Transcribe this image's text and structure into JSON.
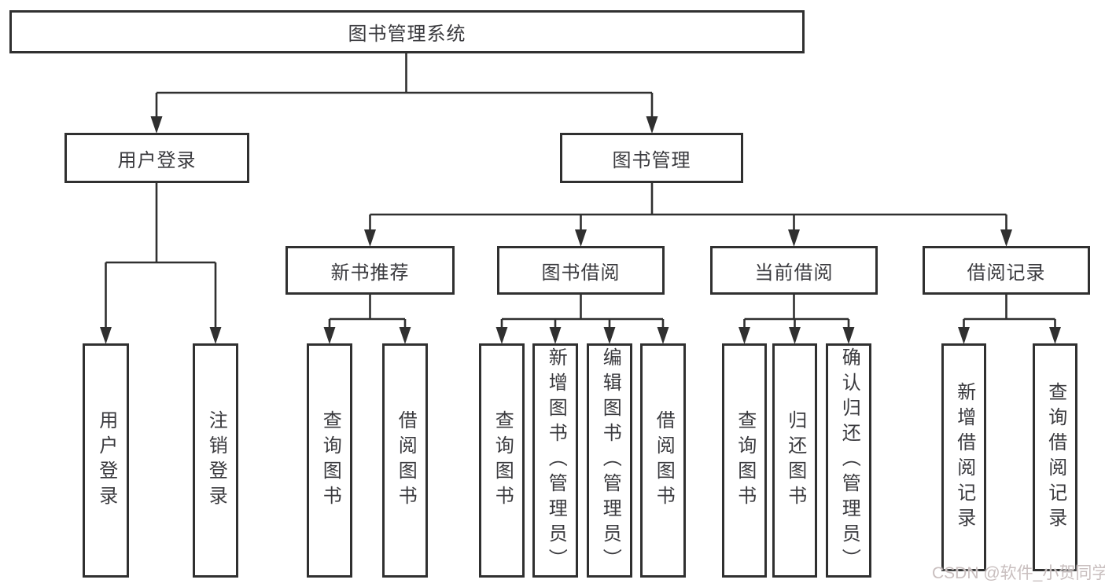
{
  "diagram": {
    "title": "图书管理系统",
    "tree": {
      "label": "图书管理系统",
      "children": [
        {
          "label": "用户登录",
          "children": [
            {
              "label": "用户登录"
            },
            {
              "label": "注销登录"
            }
          ]
        },
        {
          "label": "图书管理",
          "children": [
            {
              "label": "新书推荐",
              "children": [
                {
                  "label": "查询图书"
                },
                {
                  "label": "借阅图书"
                }
              ]
            },
            {
              "label": "图书借阅",
              "children": [
                {
                  "label": "查询图书"
                },
                {
                  "label": "新增图书（管理员）"
                },
                {
                  "label": "编辑图书（管理员）"
                },
                {
                  "label": "借阅图书"
                }
              ]
            },
            {
              "label": "当前借阅",
              "children": [
                {
                  "label": "查询图书"
                },
                {
                  "label": "归还图书"
                },
                {
                  "label": "确认归还（管理员）"
                }
              ]
            },
            {
              "label": "借阅记录",
              "children": [
                {
                  "label": "新增借阅记录"
                },
                {
                  "label": "查询借阅记录"
                }
              ]
            }
          ]
        }
      ]
    }
  },
  "watermark": {
    "text": "CSDN @软件_小贺同学",
    "color": "#c9bfbf"
  },
  "colors": {
    "line": "#303030",
    "box_border": "#303030",
    "text": "#3a3a3e",
    "background": "#ffffff"
  }
}
